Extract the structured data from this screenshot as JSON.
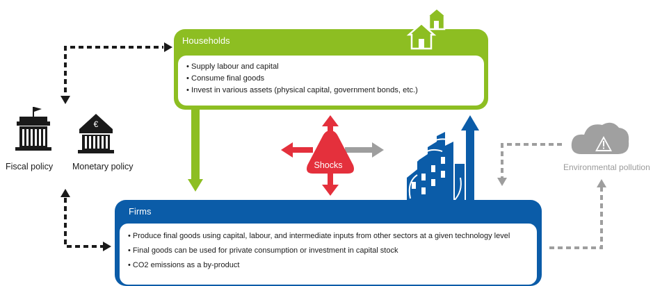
{
  "households": {
    "title": "Households",
    "items": [
      "Supply labour and capital",
      "Consume final goods",
      "Invest in various assets (physical capital, government bonds, etc.)"
    ]
  },
  "firms": {
    "title": "Firms",
    "items": [
      "Produce final goods using capital, labour, and intermediate inputs from other sectors at a given technology level",
      "Final goods can be used for private consumption or investment in capital stock",
      "CO2 emissions as a by-product"
    ]
  },
  "policy": {
    "fiscal_label": "Fiscal policy",
    "monetary_label": "Monetary policy",
    "currency_symbol": "€"
  },
  "shocks": {
    "label": "Shocks"
  },
  "environment": {
    "label": "Environmental pollution"
  },
  "colors": {
    "green": "#8DBE22",
    "blue": "#0B5CA8",
    "red": "#E4303C",
    "grey": "#9E9E9E",
    "dark": "#1A1A1A"
  }
}
